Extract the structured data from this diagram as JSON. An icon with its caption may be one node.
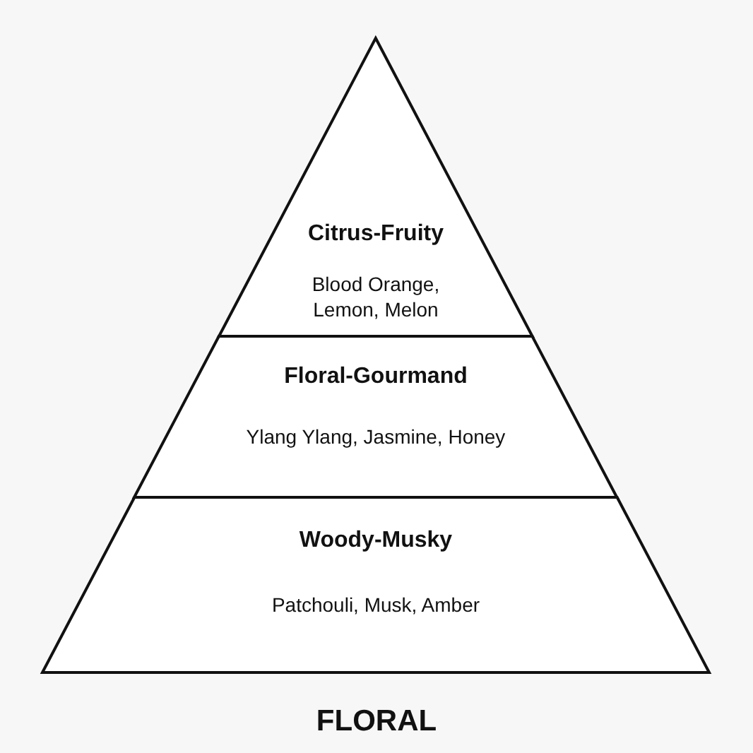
{
  "diagram": {
    "title": "FLORAL",
    "nodes": [
      {
        "text": [
          "Citrus-Fruity",
          "Blood Orange, Lemon, Melon"
        ]
      },
      {
        "text": [
          "Floral-Gourmand",
          "Ylang Ylang, Jasmine, Honey"
        ]
      },
      {
        "text": [
          "Woody-Musky",
          "Patchouli, Musk, Amber"
        ]
      }
    ]
  }
}
